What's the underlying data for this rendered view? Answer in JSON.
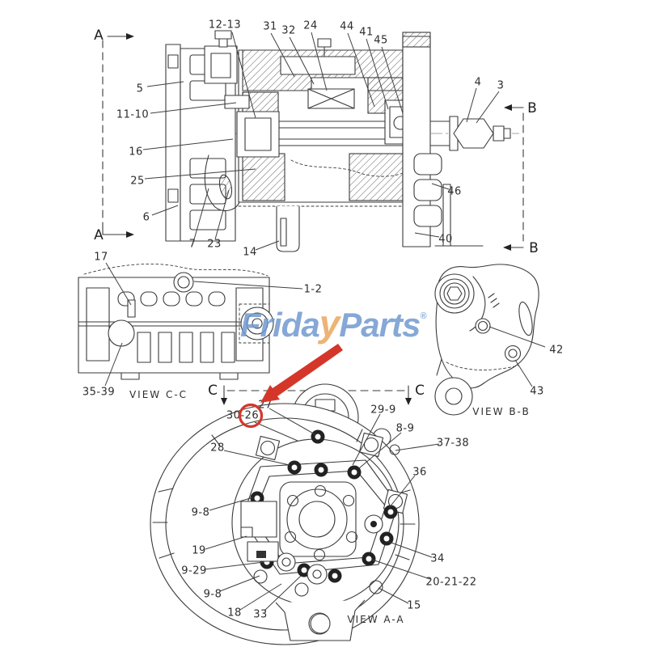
{
  "watermark": {
    "blue_part_1": "Frida",
    "accent_part": "y",
    "blue_part_2": "Parts",
    "registered": "®",
    "blue_color": "#7199cf",
    "accent_color": "#eaa75f"
  },
  "annotation": {
    "highlight_color": "#d5362a",
    "circled_part": "26"
  },
  "section_markers": {
    "a_top": "A",
    "a_bottom": "A",
    "b_top": "B",
    "b_bottom": "B",
    "c_left": "C",
    "c_right": "C"
  },
  "views": {
    "main_section": {
      "callouts": [
        {
          "label": "12-13"
        },
        {
          "label": "31"
        },
        {
          "label": "32"
        },
        {
          "label": "24"
        },
        {
          "label": "44"
        },
        {
          "label": "41"
        },
        {
          "label": "45"
        },
        {
          "label": "4"
        },
        {
          "label": "3"
        },
        {
          "label": "5"
        },
        {
          "label": "11-10"
        },
        {
          "label": "16"
        },
        {
          "label": "25"
        },
        {
          "label": "6"
        },
        {
          "label": "7"
        },
        {
          "label": "23"
        },
        {
          "label": "14"
        },
        {
          "label": "46"
        },
        {
          "label": "40"
        }
      ]
    },
    "view_cc": {
      "caption": "VIEW C-C",
      "callouts": [
        {
          "label": "17"
        },
        {
          "label": "1-2"
        },
        {
          "label": "35-39"
        }
      ]
    },
    "view_bb": {
      "caption": "VIEW B-B",
      "callouts": [
        {
          "label": "42"
        },
        {
          "label": "43"
        }
      ]
    },
    "view_aa": {
      "caption": "VIEW A-A",
      "callouts": [
        {
          "label": "27"
        },
        {
          "prefix": "30-",
          "circled": "26"
        },
        {
          "label": "29-9"
        },
        {
          "label": "8-9"
        },
        {
          "label": "37-38"
        },
        {
          "label": "36"
        },
        {
          "label": "28"
        },
        {
          "label": "9-8"
        },
        {
          "label": "19"
        },
        {
          "label": "9-29"
        },
        {
          "label": "9-8"
        },
        {
          "label": "18"
        },
        {
          "label": "33"
        },
        {
          "label": "34"
        },
        {
          "label": "20-21-22"
        },
        {
          "label": "15"
        }
      ]
    }
  }
}
